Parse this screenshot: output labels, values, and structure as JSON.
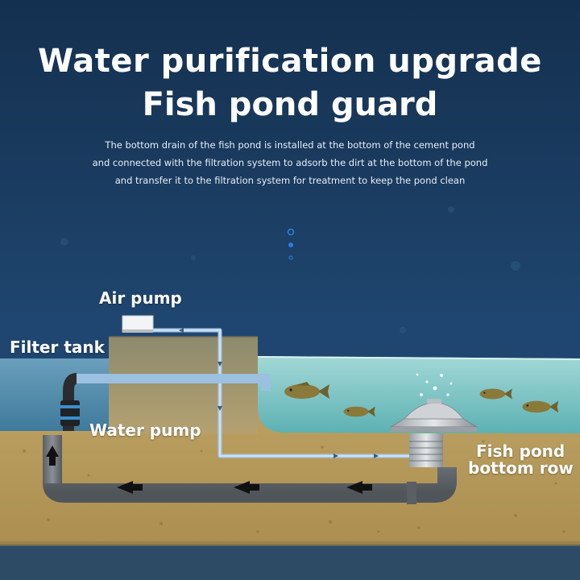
{
  "header": {
    "title_line1": "Water purification upgrade",
    "title_line2": "Fish pond guard",
    "description": [
      "The bottom drain of the fish pond is installed at the bottom of the cement pond",
      "and connected with the filtration system to adsorb the dirt at the bottom of the pond",
      "and transfer it to the filtration system for treatment to keep the pond clean"
    ]
  },
  "labels": {
    "air_pump": "Air pump",
    "filter_tank": "Filter tank",
    "water_pump": "Water pump",
    "drain_line1": "Fish pond",
    "drain_line2": "bottom row"
  },
  "colors": {
    "background": "#1b3d62",
    "water": "#7cc7c4",
    "soil": "#b59a5c",
    "pipe": "#6f7479",
    "air_line": "#a8c8e8",
    "fish": "#8a7a3a"
  },
  "icons": [
    "air-pump-icon",
    "fish-icon",
    "bottom-drain-icon",
    "flow-arrow-icon",
    "bubble-icon"
  ]
}
